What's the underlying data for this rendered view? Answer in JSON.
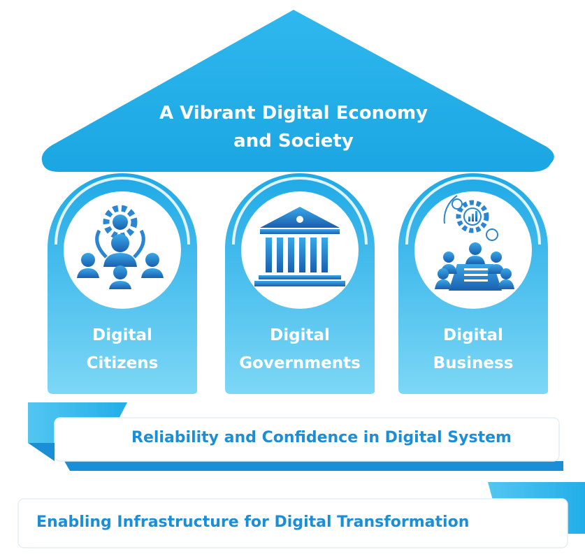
{
  "roof": {
    "line1": "A Vibrant Digital Economy",
    "line2": "and Society"
  },
  "pillars": [
    {
      "line1": "Digital",
      "line2": "Citizens",
      "icon": "people-gear-icon"
    },
    {
      "line1": "Digital",
      "line2": "Governments",
      "icon": "government-building-icon"
    },
    {
      "line1": "Digital",
      "line2": "Business",
      "icon": "business-meeting-icon"
    }
  ],
  "banners": {
    "reliability": "Reliability and Confidence in Digital System",
    "infrastructure": "Enabling Infrastructure for Digital Transformation"
  },
  "colors": {
    "primary": "#22aee8",
    "dark": "#1a8fd8",
    "light": "#5cccf3",
    "text": "#ffffff"
  }
}
